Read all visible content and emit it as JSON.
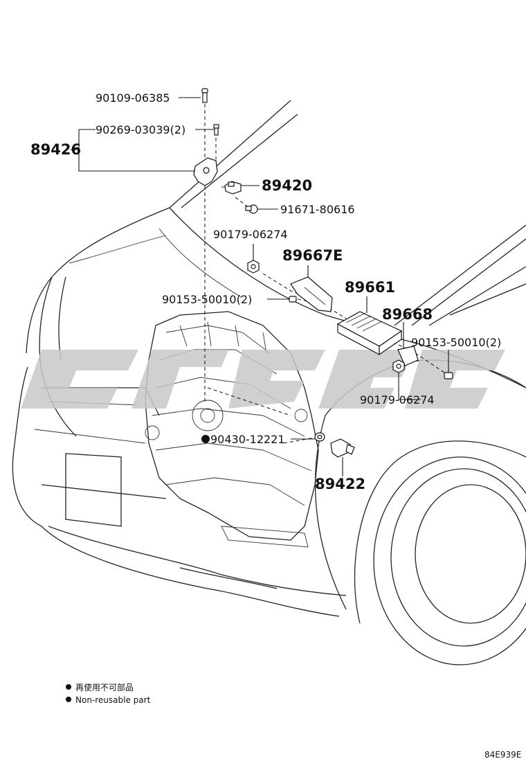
{
  "watermark": {
    "color": "#c8c8c8"
  },
  "labels": {
    "p90109": "90109-06385",
    "p90269": "90269-03039(2)",
    "p89426": "89426",
    "p89420": "89420",
    "p91671": "91671-80616",
    "p90179a": "90179-06274",
    "p89667e": "89667E",
    "p90153a": "90153-50010(2)",
    "p89661": "89661",
    "p89668": "89668",
    "p90153b": "90153-50010(2)",
    "p90179b": "90179-06274",
    "p90430": "90430-12221",
    "p89422": "89422"
  },
  "legend": {
    "line1": "再使用不可部品",
    "line2": "Non-reusable part"
  },
  "diagram_code": "84E939E"
}
